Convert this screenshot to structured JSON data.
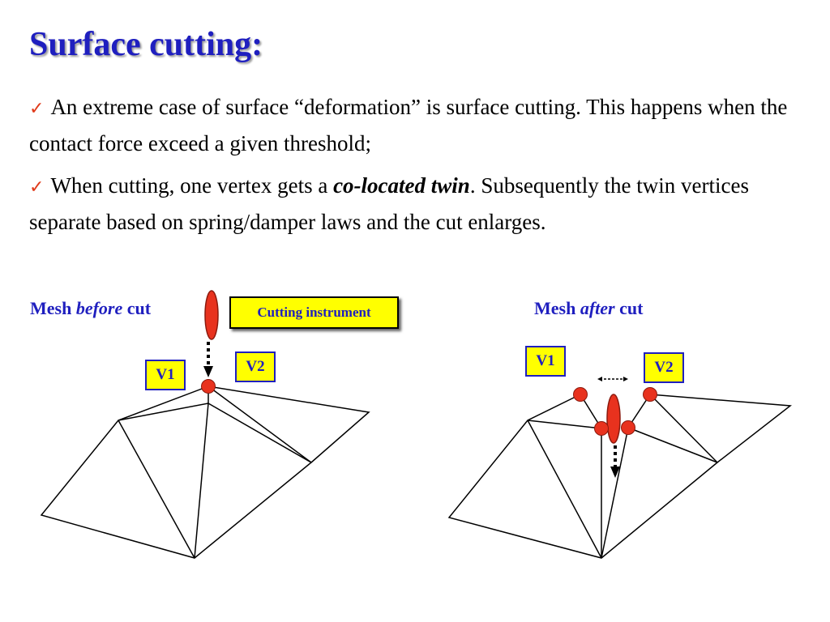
{
  "title": "Surface cutting:",
  "bullets": {
    "b1": "An extreme case of surface “deformation” is surface cutting. This happens when the contact force exceed a given threshold;",
    "b2_pre": "When cutting, one vertex gets a ",
    "b2_em": "co-located twin",
    "b2_post": ". Subsequently the twin vertices separate based on spring/damper laws and the cut enlarges."
  },
  "captions": {
    "left_pre": "Mesh ",
    "left_em": "before",
    "left_post": " cut",
    "right_pre": "Mesh ",
    "right_em": "after",
    "right_post": " cut"
  },
  "labels": {
    "instrument": "Cutting instrument",
    "v1": "V1",
    "v2": "V2"
  },
  "colors": {
    "title": "#1f1fbf",
    "check": "#e03a1a",
    "vertex": "#e8321e",
    "label_bg": "#ffff00"
  }
}
